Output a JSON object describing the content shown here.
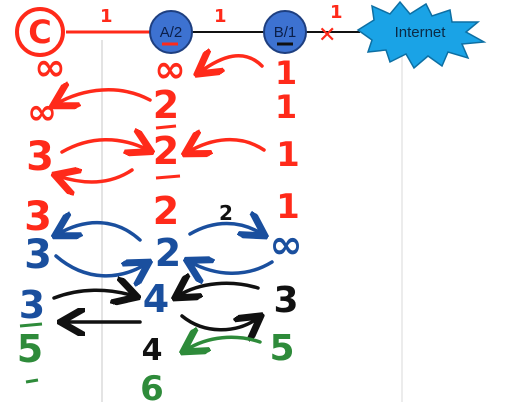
{
  "colors": {
    "red": "#ff2a1a",
    "blue": "#1a4f9e",
    "black": "#111111",
    "green": "#2e8b3a",
    "node_blue": "#3d72d1",
    "internet_blue": "#1aa3e6"
  },
  "topology": {
    "node_c": "C",
    "node_a": "A/2",
    "node_b": "B/1",
    "internet": "Internet",
    "link_c_a": "1",
    "link_a_b": "1",
    "link_b_internet": "1",
    "broken_mark": "✕"
  },
  "column_c": [
    "∞",
    "∞",
    "3",
    "3",
    "3",
    "3",
    "5"
  ],
  "column_a": [
    "∞",
    "2",
    "2",
    "2",
    "2",
    "4",
    "4",
    "6"
  ],
  "column_b": [
    "1",
    "1",
    "1",
    "1",
    "∞",
    "3",
    "5"
  ],
  "annotations": {
    "arrow_label_row5": "2"
  }
}
